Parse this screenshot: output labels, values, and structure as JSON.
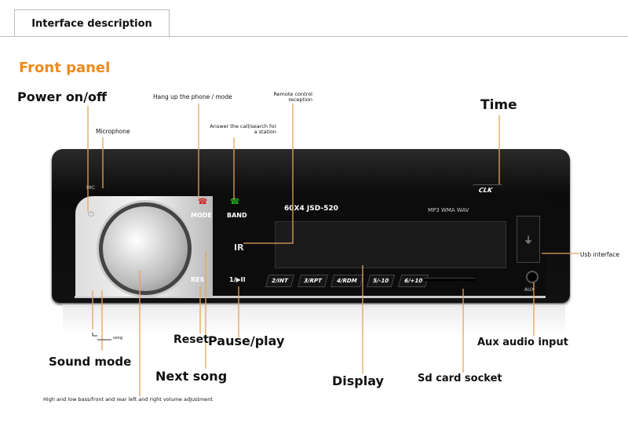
{
  "header": {
    "title": "Interface description"
  },
  "section_title": "Front panel",
  "labels": {
    "power": "Power on/off",
    "microphone": "Microphone",
    "hangup": "Hang up the phone / mode",
    "answer": "Answer the call/search for a station",
    "remote": "Remote control reception",
    "time": "Time",
    "usb": "Usb interface",
    "aux": "Aux audio input",
    "sd": "Sd card socket",
    "display": "Display",
    "next": "Next song",
    "pause": "Pause/play",
    "reset": "Reset",
    "sound": "Sound mode",
    "volume": "High and low bass/front and rear left and right volume adjustment",
    "song": "song"
  },
  "device": {
    "mic": "MIC",
    "mode": "MODE",
    "band": "BAND",
    "model": "60X4  JSD-520",
    "formats": "MP3 WMA WAV",
    "clk": "CLK",
    "ir": "IR",
    "res": "RES",
    "play": "1/▶II",
    "presets": [
      "2/INT",
      "3/RPT",
      "4/RDM",
      "5/-10",
      "6/+10"
    ],
    "aux": "AUX",
    "usb_symbol": "⏚"
  },
  "colors": {
    "accent": "#ef8a1c",
    "leader": "#e4a45a"
  }
}
